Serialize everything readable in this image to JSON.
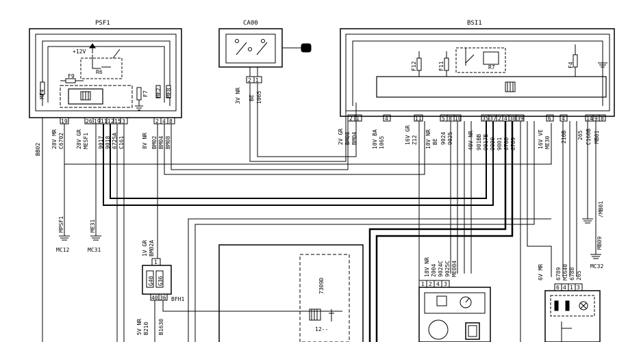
{
  "units": {
    "psf1": "PSF1",
    "ca00": "CA00",
    "bsi1": "BSI1",
    "bfh1": "BFH1"
  },
  "psf1": {
    "supply": "+12V",
    "relay": "R6",
    "fuses": {
      "mf4": "MF4",
      "f9": "F9",
      "f7": "F7",
      "mf2": "MF2",
      "mf8": "MF8"
    },
    "pins": [
      "19",
      "26",
      "19",
      "11",
      "12",
      "15",
      "3",
      "2",
      "4",
      "8"
    ],
    "wires": [
      "C6702",
      "MESF1",
      "9017",
      "9018",
      "6725A",
      "C161",
      "BM02",
      "BM04",
      "BM08"
    ],
    "connector_labels": [
      "28V MR",
      "28V GR",
      "8V NR"
    ]
  },
  "ca00": {
    "pins": [
      "2",
      "1"
    ],
    "connector_label": "3V NR",
    "wires": [
      "BE",
      "1065"
    ]
  },
  "bsi1": {
    "relay": "R7",
    "fuses": {
      "f12": "F12",
      "f11": "F11",
      "f4": "F4"
    },
    "pins": [
      "2",
      "1",
      "4",
      "11",
      "5",
      "8",
      "10",
      "35",
      "37",
      "2",
      "4",
      "38",
      "39",
      "6",
      "4",
      "14",
      "9",
      "8"
    ],
    "connector_labels": [
      "2V GR",
      "10V BA",
      "16V GR",
      "10V NR",
      "40V NR",
      "16V VE"
    ],
    "wires": [
      "BM08",
      "BM04",
      "1065",
      "Z12",
      "BE",
      "9024",
      "9025",
      "901BB",
      "9017B",
      "9000",
      "9001",
      "6788",
      "6789",
      "ME30",
      "210B",
      "265",
      "C160B",
      "MB01"
    ]
  },
  "grounds": {
    "bb02": "BB02",
    "mpsf1": "MPSF1",
    "mc12": "MC12",
    "me31": "ME31",
    "mc31": "MC31",
    "mb01": "/MB01",
    "mb09": "MB09",
    "mc32": "MC32"
  },
  "bfh1": {
    "top_label": "1V GR",
    "top_wire": "BM02A",
    "pin_top": "1",
    "fuses": [
      "G40",
      "G36"
    ],
    "pins": [
      "40",
      "36"
    ],
    "bottom_label": "5V NR",
    "wires": [
      "B210",
      "B1630"
    ]
  },
  "module_7309d": {
    "label": "7309D",
    "code": "12--"
  },
  "module_center": {
    "label": "18V NR",
    "wires": [
      "Z004",
      "9024C",
      "9025C",
      "ME004"
    ],
    "pins": [
      "1",
      "2",
      "4",
      "3"
    ]
  },
  "module_right": {
    "label": "6V MR",
    "wires": [
      "6789",
      "M1640",
      "6788",
      "265"
    ],
    "pins": [
      "6",
      "4",
      "1",
      "3"
    ]
  }
}
